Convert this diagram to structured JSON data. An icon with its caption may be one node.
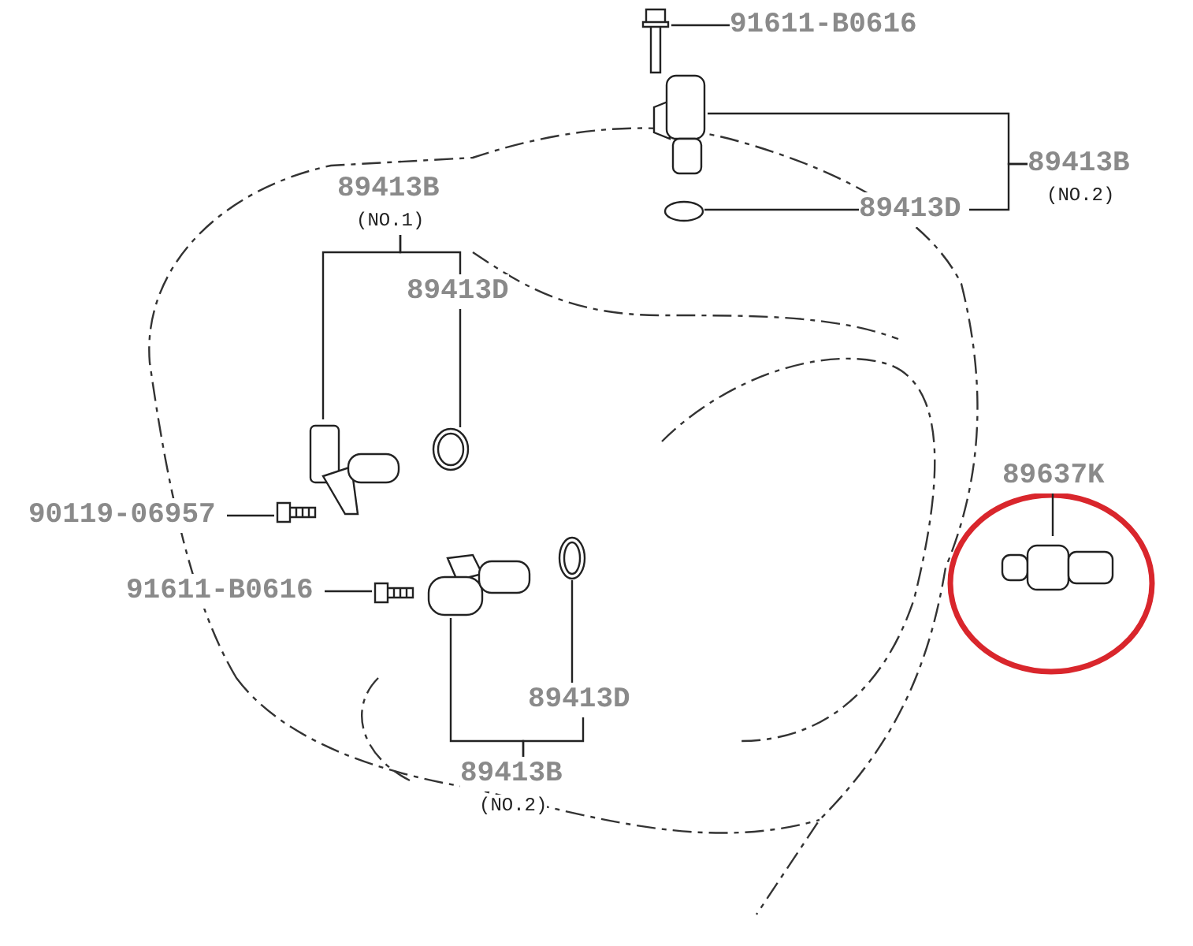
{
  "diagram": {
    "nodes": [
      {
        "text": [
          "91611-B0616"
        ]
      },
      {
        "text": [],
        "shape": "picture"
      },
      {
        "text": [
          "89413B",
          "(NO.2)"
        ]
      },
      {
        "text": [],
        "shape": "picture"
      },
      {
        "text": [
          "89413D"
        ]
      },
      {
        "text": [],
        "shape": "circle"
      },
      {
        "text": [
          "89413B",
          "(NO.1)"
        ]
      },
      {
        "text": [
          "89413D"
        ]
      },
      {
        "text": [],
        "shape": "picture"
      },
      {
        "text": [],
        "shape": "circle"
      },
      {
        "text": [
          "90119-06957"
        ]
      },
      {
        "text": [],
        "shape": "picture"
      },
      {
        "text": [
          "91611-B0616"
        ]
      },
      {
        "text": [],
        "shape": "picture"
      },
      {
        "text": [],
        "shape": "picture"
      },
      {
        "text": [],
        "shape": "circle"
      },
      {
        "text": [
          "89413D"
        ]
      },
      {
        "text": [
          "89413B",
          "(NO.2)"
        ]
      },
      {
        "text": [
          "89637K"
        ]
      },
      {
        "text": [],
        "shape": "picture"
      }
    ],
    "edges": [
      {
        "from": 0,
        "to": 1,
        "arrow": "none"
      },
      {
        "from": 2,
        "to": 3,
        "arrow": "none"
      },
      {
        "from": 2,
        "to": 4,
        "arrow": "none"
      },
      {
        "from": 4,
        "to": 5,
        "arrow": "none"
      },
      {
        "from": 6,
        "to": 8,
        "arrow": "none"
      },
      {
        "from": 6,
        "to": 7,
        "arrow": "none"
      },
      {
        "from": 7,
        "to": 9,
        "arrow": "none"
      },
      {
        "from": 10,
        "to": 11,
        "arrow": "none"
      },
      {
        "from": 12,
        "to": 13,
        "arrow": "none"
      },
      {
        "from": 17,
        "to": 14,
        "arrow": "none"
      },
      {
        "from": 17,
        "to": 16,
        "arrow": "none"
      },
      {
        "from": 16,
        "to": 15,
        "arrow": "none"
      },
      {
        "from": 18,
        "to": 19,
        "arrow": "none"
      }
    ]
  }
}
